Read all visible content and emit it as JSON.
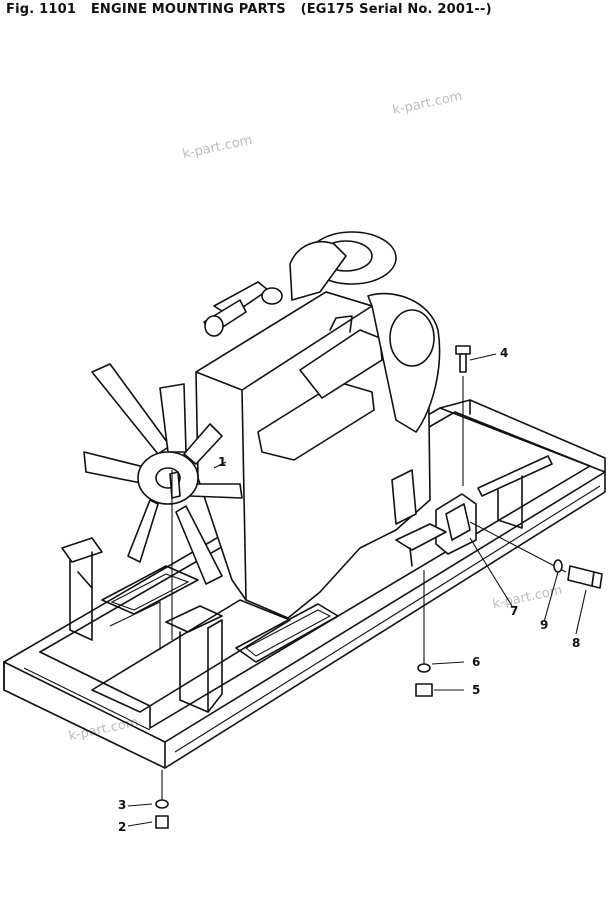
{
  "header": {
    "fig": "Fig. 1101",
    "title": "ENGINE MOUNTING PARTS",
    "serial": "(EG175 Serial No. 2001--)"
  },
  "watermarks": [
    "k-part.com",
    "k-part.com",
    "k-part.com",
    "k-part.com"
  ],
  "callouts": [
    "1",
    "2",
    "3",
    "4",
    "5",
    "6",
    "7",
    "8",
    "9"
  ]
}
